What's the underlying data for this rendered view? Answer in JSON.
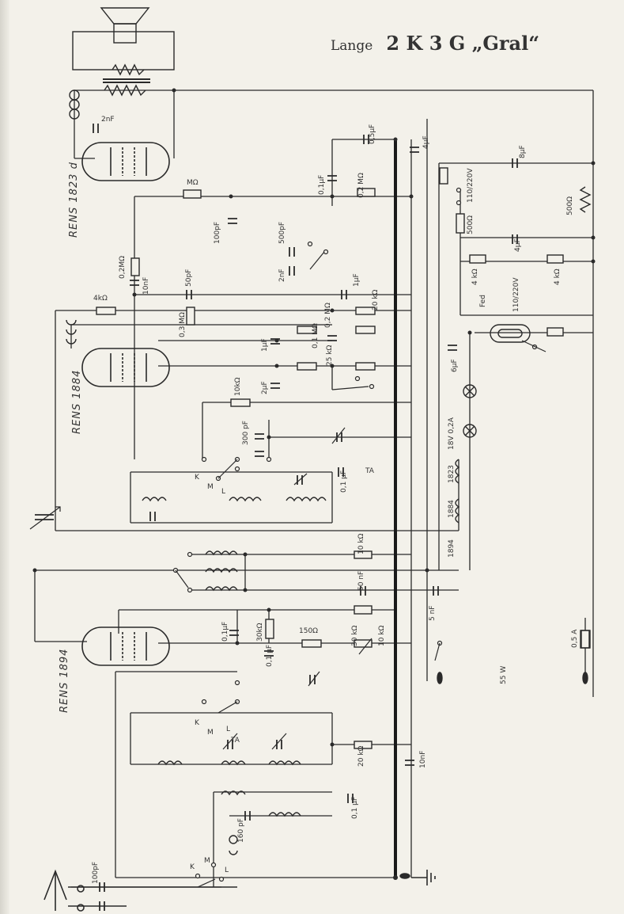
{
  "title": {
    "maker": "Lange",
    "model": "2 K 3 G „Gral“"
  },
  "tubes": [
    {
      "id": "rens1823d",
      "label": "RENS 1823 d"
    },
    {
      "id": "rens1884",
      "label": "RENS 1884"
    },
    {
      "id": "rens1894",
      "label": "RENS 1894"
    }
  ],
  "components": {
    "c_2nF_top": "2nF",
    "c_05uF": "0,5µF",
    "c_4uF_top": "4µF",
    "c_8uF": "8µF",
    "r_MO": "MΩ",
    "c_01uF": "0,1µF",
    "r_02MO": "0,2 MΩ",
    "sw_110_220": "110/220V",
    "r_500O_right": "500Ω",
    "r_500O": "500Ω",
    "c_100pF": "100pF",
    "c_500pF": "500pF",
    "c_2nF_mid": "2nF",
    "r_02MO_b": "0,2MΩ",
    "c_10nF": "10nF",
    "c_50pF": "50pF",
    "c_1uF_mid": "1µF",
    "r_4kO": "4kΩ",
    "r_20kO": "20 kΩ",
    "r_03MO": "0,3 MΩ",
    "c_4uF_b": "4µF",
    "r_4kO_b": "4 kΩ",
    "r_4kO_c": "4 kΩ",
    "lbl_fed": "Fed",
    "lbl_110_220b": "110/220V",
    "c_1uF_b": "1µF",
    "r_01MO": "0,1 MΩ",
    "r_02MO_c": "0,2 MΩ",
    "r_25kO": "25 kΩ",
    "c_6uF": "6µF",
    "c_2uF": "2µF",
    "r_10kO": "10kΩ",
    "c_300pF": "300 pF",
    "lamp": "18V 0,2A",
    "c_01uF_b": "0,1 µF",
    "lbl_TA": "TA",
    "tube_1823": "1823",
    "tube_1884": "1884",
    "tube_1894": "1894",
    "r_10kO_b": "10 kΩ",
    "c_50nF": "50 nF",
    "c_5nF": "5 nF",
    "c_01uF_c": "0,1µF",
    "r_30kO": "30kΩ",
    "c_01uF_d": "0,1 µF",
    "r_150O": "150Ω",
    "r_30kO_b": "30 kΩ",
    "r_10kO_c": "10 kΩ",
    "fuse": "0,5 A",
    "power": "55 W",
    "r_20kO_b": "20 kΩ",
    "c_10nF_b": "10nF",
    "c_01uF_e": "0,1 µF",
    "c_160pF": "160 pF",
    "c_100pF_ant": "100pF",
    "sw_K": "K",
    "sw_M": "M",
    "sw_L": "L",
    "sw_TA": "TA"
  },
  "colors": {
    "paper": "#f3f1ea",
    "ink": "#2a2a2a",
    "bus": "#1a1a1a"
  }
}
